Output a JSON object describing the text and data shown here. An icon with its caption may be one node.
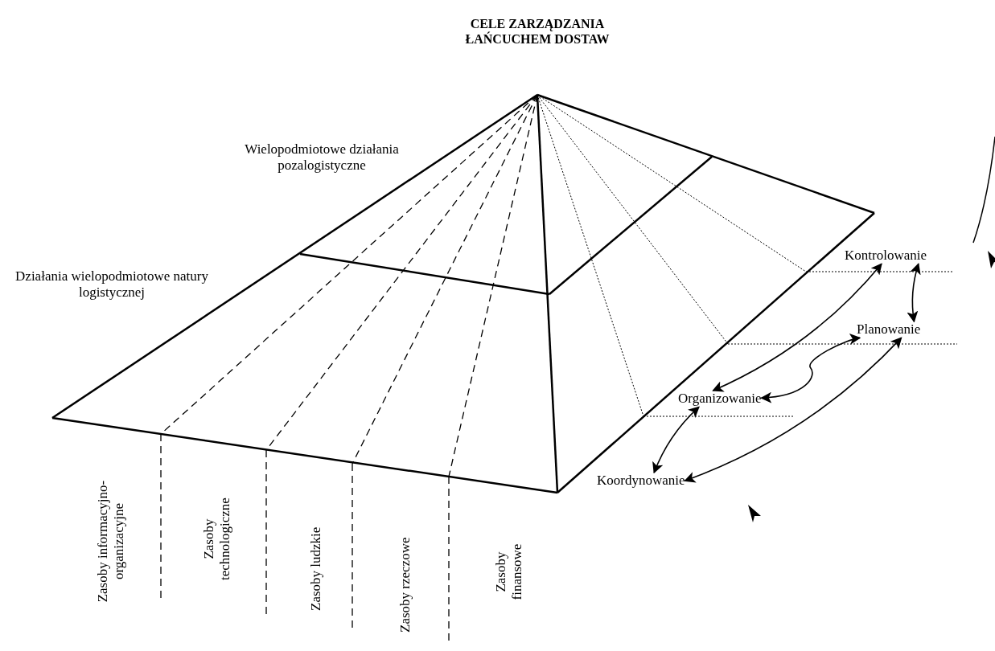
{
  "diagram": {
    "title": "CELE ZARZĄDZANIA ŁAŃCUCHEM DOSTAW",
    "nodes": [
      {
        "text": [
          "Kontrolowanie"
        ]
      },
      {
        "text": [
          "Planowanie"
        ]
      },
      {
        "text": [
          "Organizowanie"
        ]
      },
      {
        "text": [
          "Koordynowanie"
        ]
      }
    ],
    "edges": [
      {
        "from": 0,
        "to": 2,
        "arrow": "both"
      },
      {
        "from": 0,
        "to": 1,
        "arrow": "both"
      },
      {
        "from": 1,
        "to": 3,
        "arrow": "both"
      },
      {
        "from": 2,
        "to": 3,
        "arrow": "both"
      },
      {
        "from": 2,
        "to": 1,
        "arrow": "both"
      }
    ],
    "labels": [
      "Wielopodmiotowe działania pozalogistyczne",
      "Działania wielopodmiotowe natury logistycznej",
      "Zasoby informacyjno-organizacyjne",
      "Zasoby technologiczne",
      "Zasoby ludzkie",
      "Zasoby rzeczowe",
      "Zasoby finansowe"
    ]
  }
}
